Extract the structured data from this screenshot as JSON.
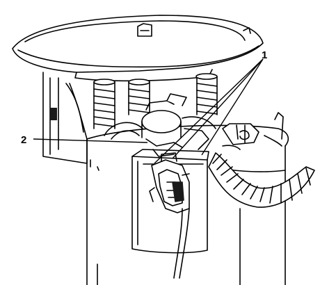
{
  "callouts": [
    {
      "id": "1",
      "label": "1"
    },
    {
      "id": "2",
      "label": "2"
    }
  ],
  "colors": {
    "line": "#000000",
    "shade": "#1a1a1a",
    "paper": "#ffffff"
  }
}
